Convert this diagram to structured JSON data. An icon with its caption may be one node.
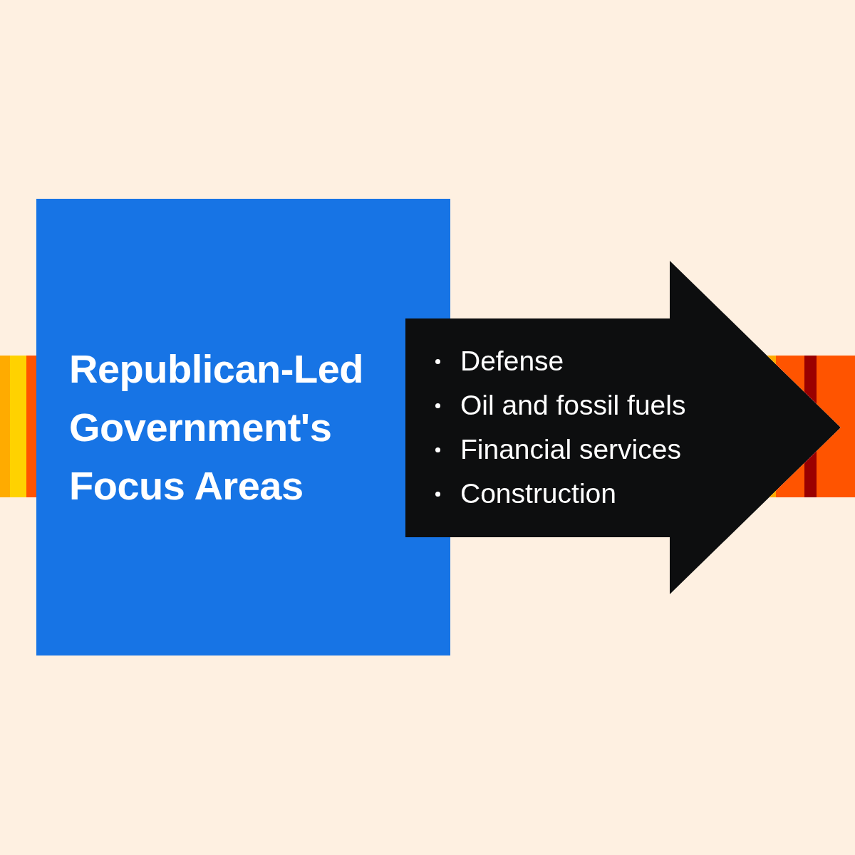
{
  "diagram": {
    "nodes": [
      {
        "text": [
          "Republican-Led Government's Focus Areas"
        ]
      },
      {
        "text": [
          "Defense",
          "Oil and fossil fuels",
          "Financial services",
          "Construction"
        ]
      }
    ]
  }
}
